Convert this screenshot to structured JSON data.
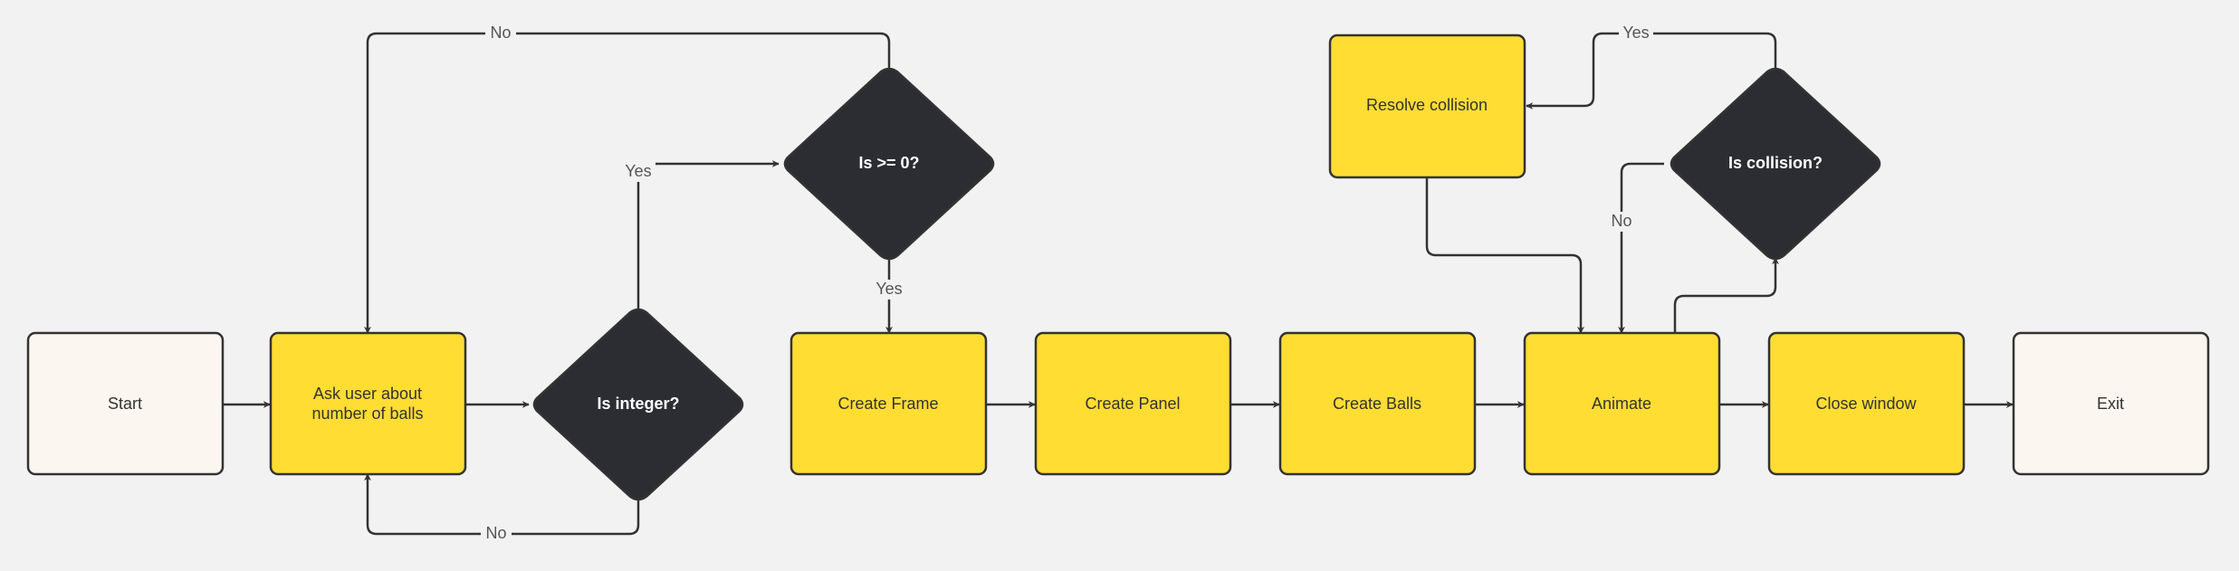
{
  "colors": {
    "background": "#f2f2f2",
    "terminal_fill": "#fbf6ef",
    "process_fill": "#ffdd33",
    "decision_fill": "#2c2d33",
    "stroke": "#333333",
    "text_dark": "#333333",
    "text_light": "#ffffff",
    "label_text": "#555555"
  },
  "nodes": {
    "start": "Start",
    "ask": [
      "Ask user about",
      "number of balls"
    ],
    "is_integer": "Is integer?",
    "is_nonneg": "Is >= 0?",
    "create_frame": "Create Frame",
    "create_panel": "Create Panel",
    "create_balls": "Create Balls",
    "animate": "Animate",
    "close_window": "Close window",
    "exit": "Exit",
    "resolve_collision": "Resolve collision",
    "is_collision": "Is collision?"
  },
  "edge_labels": {
    "nonneg_no": "No",
    "integer_yes": "Yes",
    "integer_no": "No",
    "nonneg_yes": "Yes",
    "collision_yes": "Yes",
    "collision_no": "No"
  }
}
